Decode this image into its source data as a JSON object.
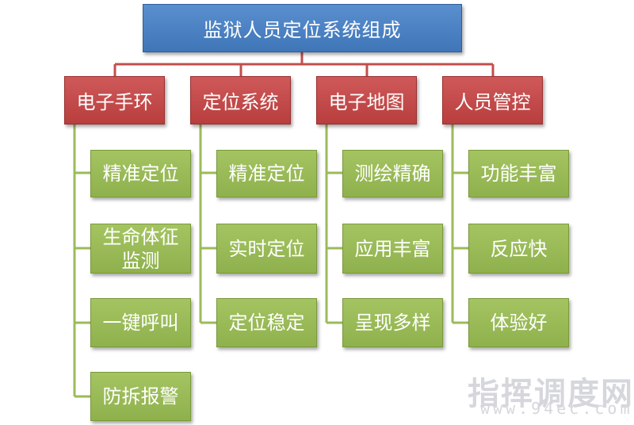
{
  "title": "监狱人员定位系统组成",
  "categories": [
    {
      "label": "电子手环",
      "items": [
        "精准定位",
        "生命体征监测",
        "一键呼叫",
        "防拆报警"
      ]
    },
    {
      "label": "定位系统",
      "items": [
        "精准定位",
        "实时定位",
        "定位稳定"
      ]
    },
    {
      "label": "电子地图",
      "items": [
        "测绘精确",
        "应用丰富",
        "呈现多样"
      ]
    },
    {
      "label": "人员管控",
      "items": [
        "功能丰富",
        "反应快",
        "体验好"
      ]
    }
  ],
  "watermark": {
    "name": "指挥调度网",
    "url": "www.94ec.com"
  },
  "colors": {
    "root": "#4f81bd",
    "category": "#c0504d",
    "leaf": "#9bbb59",
    "connector_top": "#c0504d",
    "connector_leaf": "#9bbb59"
  }
}
